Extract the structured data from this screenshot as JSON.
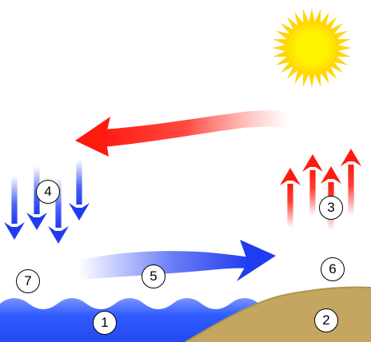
{
  "colors": {
    "sun_core": "#fff600",
    "sun_glow": "#ffd400",
    "warm_arrow": "#ff1a10",
    "cool_arrow": "#1f3cf0",
    "water": "#2f5bff",
    "land": "#c4a660"
  },
  "icons": {
    "sun": "sun-icon",
    "warm_air_arrow": "arrow-left-icon",
    "rising_air_arrows": "arrow-up-icon",
    "falling_air_arrows": "arrow-down-icon",
    "cool_air_arrow": "arrow-right-icon"
  },
  "labels": {
    "water": "1",
    "land": "2",
    "rising_air": "3",
    "falling_air": "4",
    "cool_air": "5",
    "over_land": "6",
    "over_water": "7"
  }
}
